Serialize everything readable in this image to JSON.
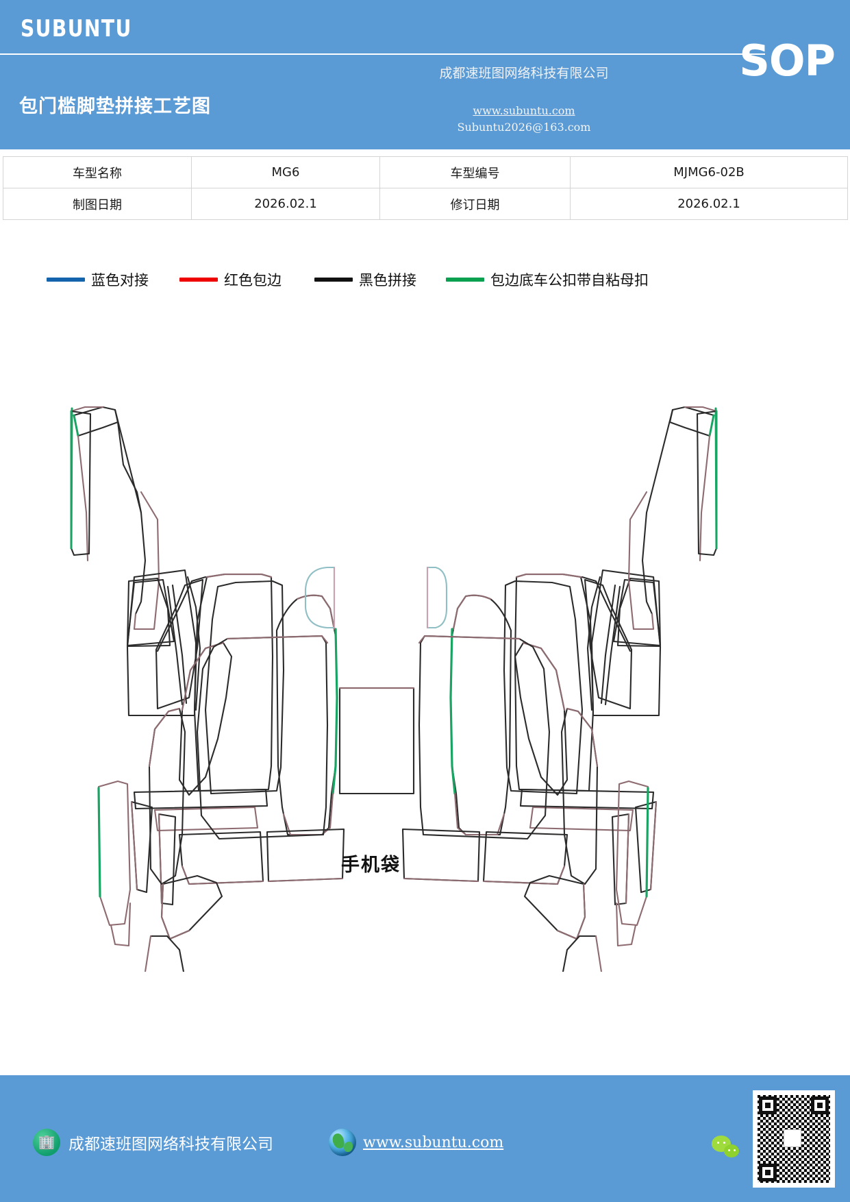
{
  "header": {
    "brand": "SUBUNTU",
    "doc_title": "包门槛脚垫拼接工艺图",
    "company_cn": "成都速班图网络科技有限公司",
    "website": "www.subuntu.com",
    "email": "Subuntu2026@163.com",
    "badge": "SOP",
    "bg_color": "#5b9bd5"
  },
  "info_table": {
    "rows": [
      {
        "label1": "车型名称",
        "value1": "MG6",
        "label2": "车型编号",
        "value2": "MJMG6-02B"
      },
      {
        "label1": "制图日期",
        "value1": "2026.02.1",
        "label2": "修订日期",
        "value2": "2026.02.1"
      }
    ]
  },
  "legend": {
    "items": [
      {
        "label": "蓝色对接",
        "color": "#1464ad"
      },
      {
        "label": "红色包边",
        "color": "#ee0000"
      },
      {
        "label": "黑色拼接",
        "color": "#111111"
      },
      {
        "label": "包边底车公扣带自粘母扣",
        "color": "#0aa050"
      }
    ]
  },
  "drawing": {
    "pocket_label": "手机袋",
    "line_colors": {
      "black": "#2b2b2b",
      "red": "#8d6b70",
      "green": "#19a463",
      "blue": "#8fbfc4"
    }
  },
  "footer": {
    "company": "成都速班图网络科技有限公司",
    "website": "www.subuntu.com",
    "building_icon": "building-icon",
    "globe_icon": "globe-icon",
    "wechat_icon": "wechat-icon",
    "qr_icon": "qr-code",
    "bg_color": "#5b9bd5"
  }
}
